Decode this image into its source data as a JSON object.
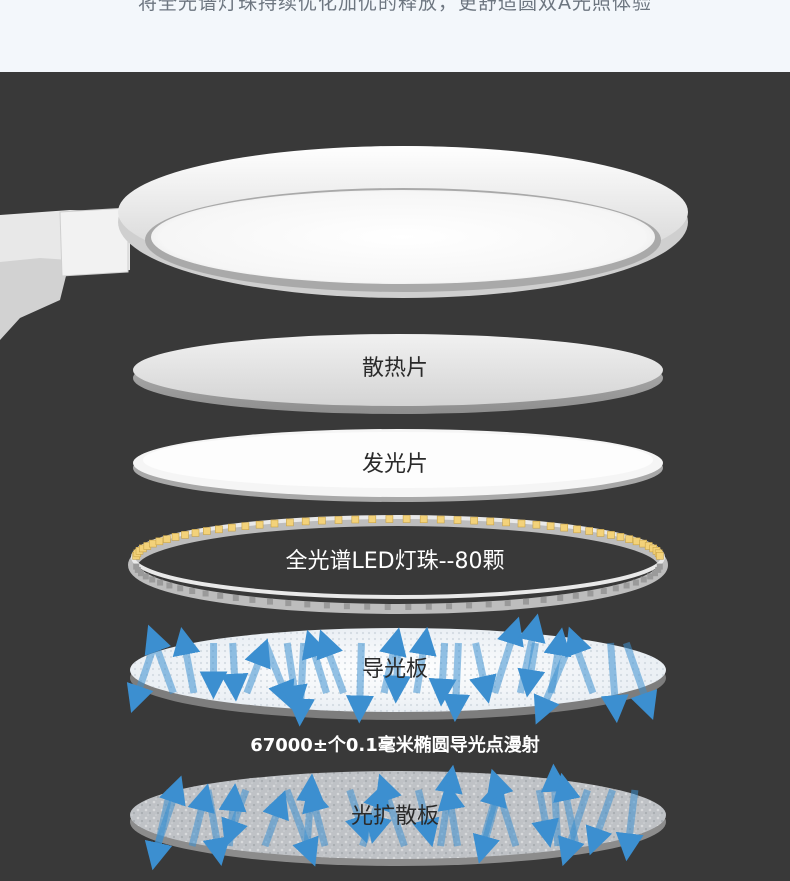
{
  "header": {
    "intro_text": "将全光谱灯珠持续优化加优的释放，更舒适圆双A光照体验"
  },
  "layers": [
    {
      "label": "散热片"
    },
    {
      "label": "发光片"
    },
    {
      "label": "全光谱LED灯珠--80颗"
    },
    {
      "label": "导光板"
    },
    {
      "label": "67000±个0.1毫米椭圆导光点漫射"
    },
    {
      "label": "光扩散板"
    }
  ],
  "colors": {
    "background": "#393939",
    "lamp_white": "#f4f4f4",
    "led_yellow": "#f3d27a",
    "arrow_blue": "#3c8fd0"
  }
}
